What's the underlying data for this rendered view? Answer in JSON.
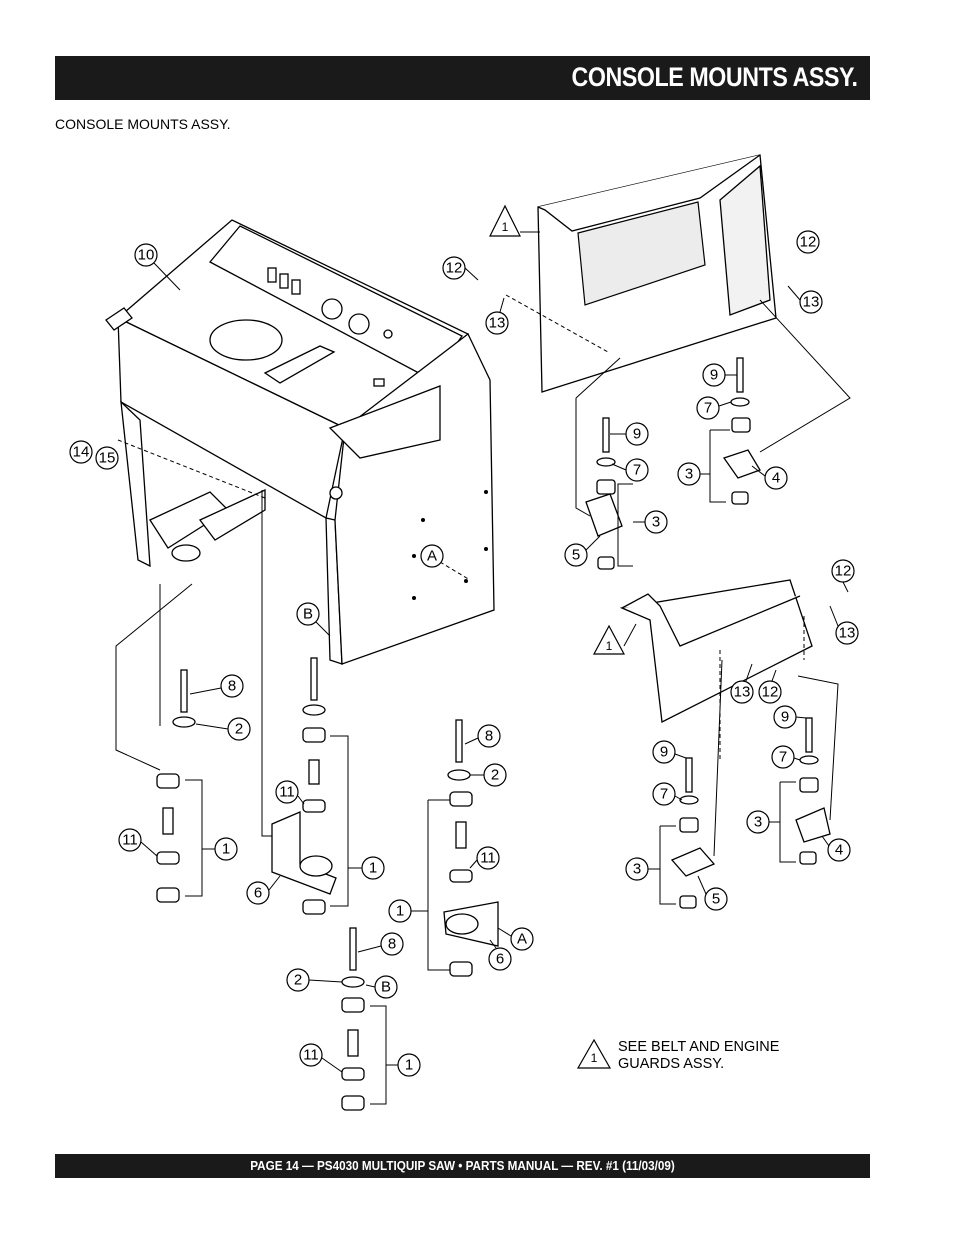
{
  "header": {
    "title": "CONSOLE MOUNTS ASSY."
  },
  "subtitle": "CONSOLE MOUNTS ASSY.",
  "note": {
    "symbol": "1",
    "line1": "SEE BELT AND ENGINE",
    "line2": "GUARDS ASSY."
  },
  "footer": {
    "text": "PAGE 14 — PS4030 MULTIQUIP SAW • PARTS MANUAL — REV. #1 (11/03/09)"
  },
  "callouts": {
    "c10": "10",
    "c12a": "12",
    "c13a": "13",
    "c12b": "12",
    "c13b": "13",
    "c14": "14",
    "c15": "15",
    "cA1": "A",
    "cB1": "B",
    "c9a": "9",
    "c7a": "7",
    "c3a": "3",
    "c5a": "5",
    "c9b": "9",
    "c7b": "7",
    "c3b": "3",
    "c4b": "4",
    "c8a": "8",
    "c2a": "2",
    "c11a": "11",
    "c1a": "1",
    "c11b": "11",
    "c1b": "1",
    "c6b": "6",
    "c8c": "8",
    "c2c": "2",
    "c11c": "11",
    "c1c": "1",
    "c6c": "6",
    "cAc": "A",
    "c8d": "8",
    "c2d": "2",
    "cBd": "B",
    "c11d": "11",
    "c1d": "1",
    "c12c": "12",
    "c13c": "13",
    "c13d": "13",
    "c12d": "12",
    "c9c": "9",
    "c7c": "7",
    "c3c": "3",
    "c5c": "5",
    "c9d": "9",
    "c7d": "7",
    "c3d": "3",
    "c4d": "4",
    "t1a": "1",
    "t1b": "1"
  }
}
